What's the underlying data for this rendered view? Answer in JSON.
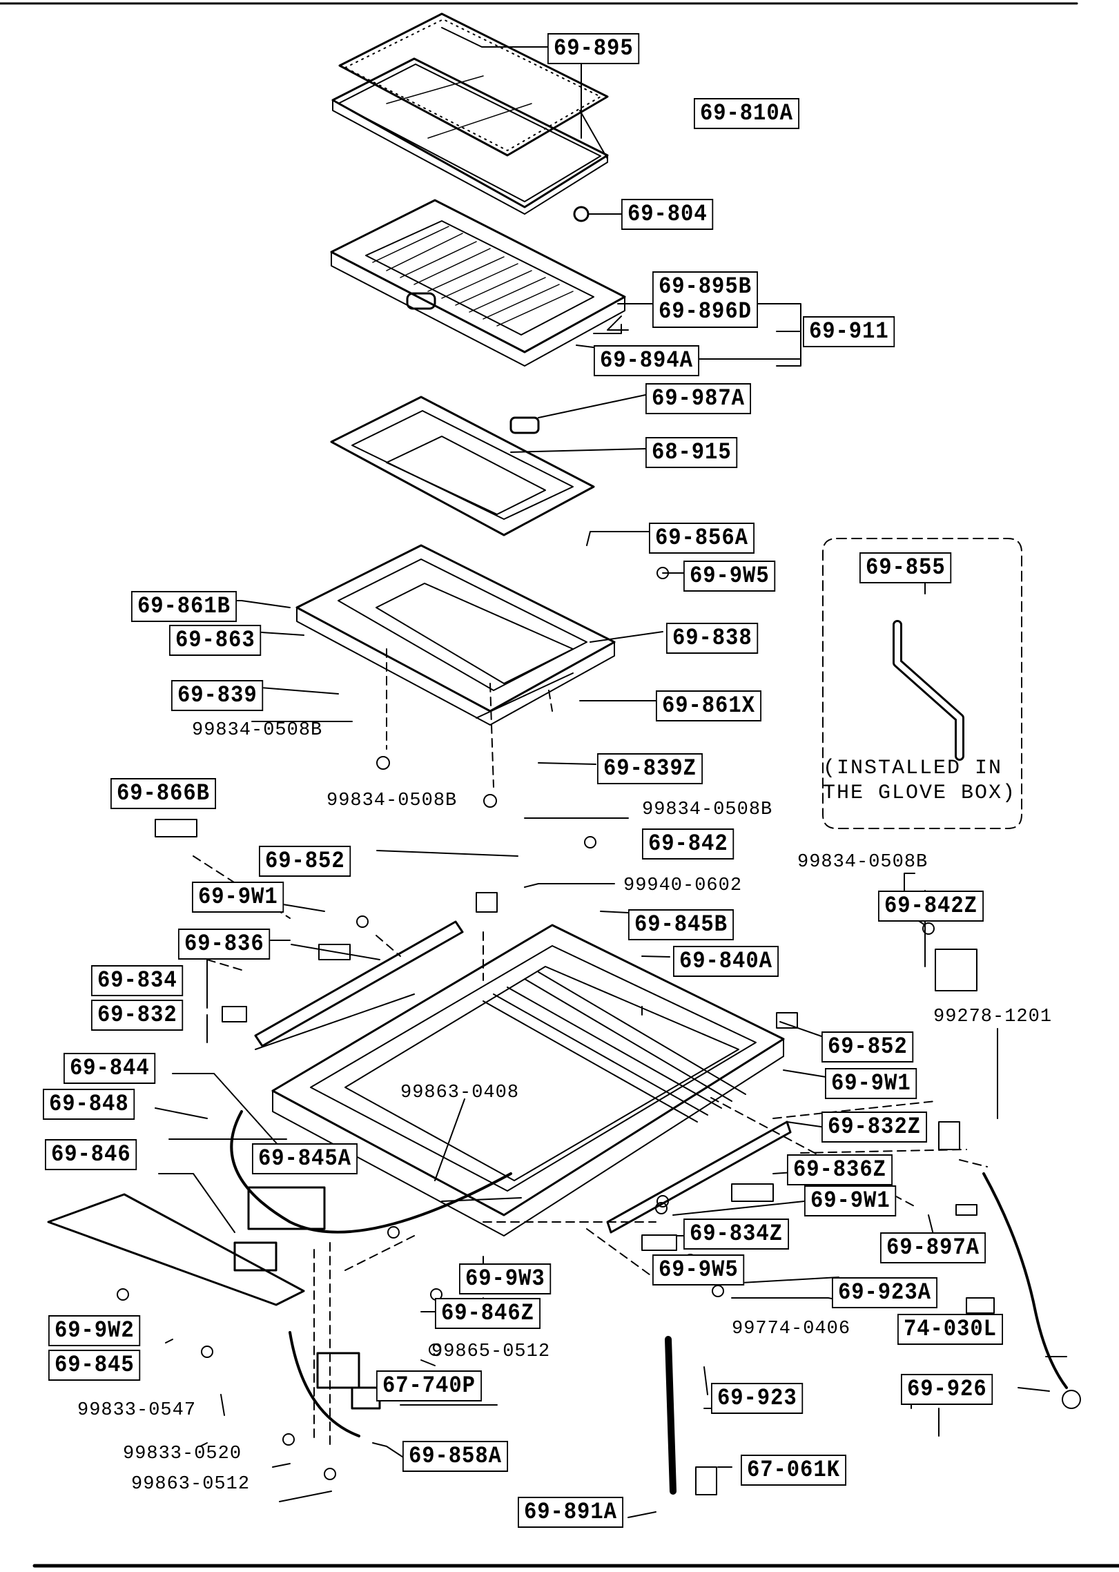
{
  "part_labels": [
    "69-895",
    "69-810A",
    "69-804",
    "69-895B",
    "69-896D",
    "69-911",
    "69-894A",
    "69-987A",
    "68-915",
    "69-856A",
    "69-9W5",
    "69-855",
    "69-861B",
    "69-863",
    "69-838",
    "69-839",
    "99834-0508B",
    "69-861X",
    "69-839Z",
    "99834-0508B",
    "69-866B",
    "99834-0508B",
    "69-842",
    "69-852",
    "99940-0602",
    "69-9W1",
    "99834-0508B",
    "69-842Z",
    "69-845B",
    "69-836",
    "69-840A",
    "69-834",
    "69-832",
    "99278-1201",
    "69-852",
    "69-844",
    "69-9W1",
    "69-848",
    "99863-0408",
    "69-832Z",
    "69-845A",
    "69-846",
    "69-836Z",
    "69-9W1",
    "69-897A",
    "69-834Z",
    "69-9W2",
    "69-9W3",
    "69-9W5",
    "69-923A",
    "69-846Z",
    "99774-0406",
    "74-030L",
    "69-845",
    "99865-0512",
    "69-923",
    "69-926",
    "67-740P",
    "99833-0547",
    "69-858A",
    "99833-0520",
    "67-061K",
    "99863-0512",
    "69-891A"
  ],
  "note_lines": [
    "(INSTALLED IN",
    "THE GLOVE BOX)"
  ]
}
